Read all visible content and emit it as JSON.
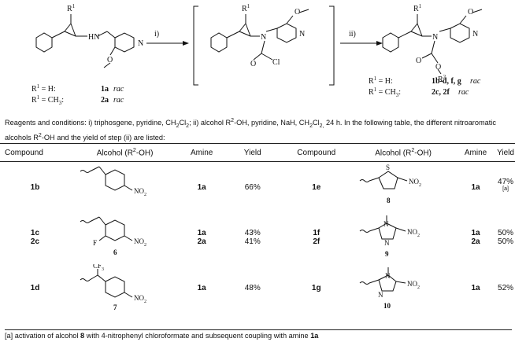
{
  "scheme": {
    "step1_label": "i)",
    "step2_label": "ii)",
    "atoms": {
      "R1": "R",
      "N": "N",
      "H": "H",
      "O": "O",
      "Cl": "Cl",
      "R2": "R"
    },
    "start_legend": [
      {
        "r": "R",
        "sub_text": "1",
        "eq": "= H:",
        "compound": "1a",
        "stereo": "rac"
      },
      {
        "r": "R",
        "sub_text": "1",
        "eq": "= CH",
        "sub2": "3",
        "eq_tail": ":",
        "compound": "2a",
        "stereo": "rac"
      }
    ],
    "product_legend": [
      {
        "r": "R",
        "sub_text": "1",
        "eq": "= H:",
        "compound": "1b-d, f, g",
        "stereo": "rac"
      },
      {
        "r": "R",
        "sub_text": "1",
        "eq": "= CH",
        "sub2": "3",
        "eq_tail": ":",
        "compound": "2c, 2f",
        "stereo": "rac"
      }
    ]
  },
  "caption": {
    "part1": "Reagents and conditions: i) triphosgene, pyridine, CH",
    "sub1": "2",
    "part2": "Cl",
    "sub2": "2",
    "part3": "; ii) alcohol R",
    "sup1": "2",
    "part4": "-OH, pyridine, NaH, CH",
    "sub3": "2",
    "part5": "Cl",
    "sub4": "2,",
    "part6": " 24 h. In the following table, the different nitroaromatic alcohols R",
    "sup2": "2",
    "part7": "-OH and the yield of step (ii) are listed:"
  },
  "table": {
    "headers": [
      "Compound",
      "Alcohol (R",
      "2",
      "-OH)",
      "Amine",
      "Yield",
      "Compound",
      "Alcohol (R",
      "2",
      "-OH)",
      "Amine",
      "Yield"
    ],
    "rows": [
      {
        "left": {
          "compounds": [
            "1b"
          ],
          "alcohol_label": "",
          "amines": [
            "1a"
          ],
          "yields": [
            "66%"
          ]
        },
        "right": {
          "compounds": [
            "1e"
          ],
          "alcohol_label": "8",
          "amines": [
            "1a"
          ],
          "yields": [
            "47%"
          ],
          "yield_note": "[a]"
        }
      },
      {
        "left": {
          "compounds": [
            "1c",
            "2c"
          ],
          "alcohol_label": "6",
          "amines": [
            "1a",
            "2a"
          ],
          "yields": [
            "43%",
            "41%"
          ]
        },
        "right": {
          "compounds": [
            "1f",
            "2f"
          ],
          "alcohol_label": "9",
          "amines": [
            "1a",
            "2a"
          ],
          "yields": [
            "50%",
            "50%"
          ]
        }
      },
      {
        "left": {
          "compounds": [
            "1d"
          ],
          "alcohol_label": "7",
          "amines": [
            "1a"
          ],
          "yields": [
            "48%"
          ]
        },
        "right": {
          "compounds": [
            "1g"
          ],
          "alcohol_label": "10",
          "amines": [
            "1a"
          ],
          "yields": [
            "52%"
          ]
        }
      }
    ],
    "atom_labels": {
      "no2": "NO",
      "no2_sub": "2",
      "F": "F",
      "CF3": "CF",
      "CF3_sub": "3",
      "S": "S",
      "N": "N"
    }
  },
  "footnote": {
    "part1": "[a] activation of alcohol ",
    "b1": "8",
    "part2": " with 4-nitrophenyl chloroformate and subsequent coupling with amine ",
    "b2": "1a"
  }
}
